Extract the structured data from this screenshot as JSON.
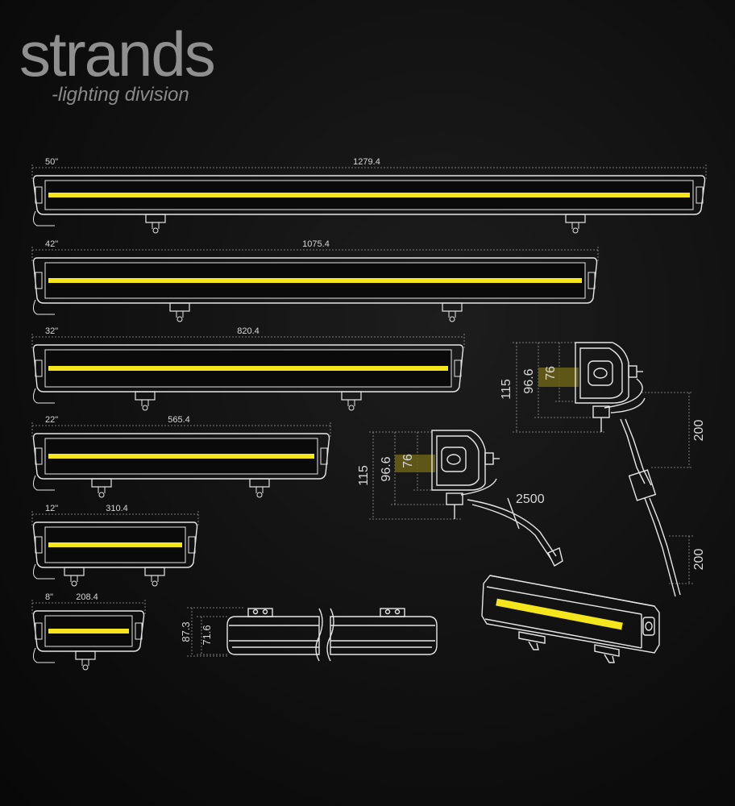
{
  "brand": {
    "name": "strands",
    "subtitle": "-lighting division"
  },
  "colors": {
    "background": "#0e0e0e",
    "led": "#f4e51c",
    "outline": "#e6e6e6",
    "dimension_line": "#9a9a9a"
  },
  "bars": [
    {
      "size": "50\"",
      "length": "1279.4"
    },
    {
      "size": "42\"",
      "length": "1075.4"
    },
    {
      "size": "32\"",
      "length": "820.4"
    },
    {
      "size": "22\"",
      "length": "565.4"
    },
    {
      "size": "12\"",
      "length": "310.4"
    },
    {
      "size": "8\"",
      "length": "208.4"
    }
  ],
  "side_view": {
    "height_total": "87.3",
    "height_body": "71.6"
  },
  "end_view_upper": {
    "height_total": "115",
    "height_mount": "96.6",
    "height_lens": "76",
    "cable_length": "200",
    "connector_length": "200"
  },
  "end_view_lower": {
    "height_total": "115",
    "height_mount": "96.6",
    "height_lens": "76",
    "cable_length": "2500"
  }
}
